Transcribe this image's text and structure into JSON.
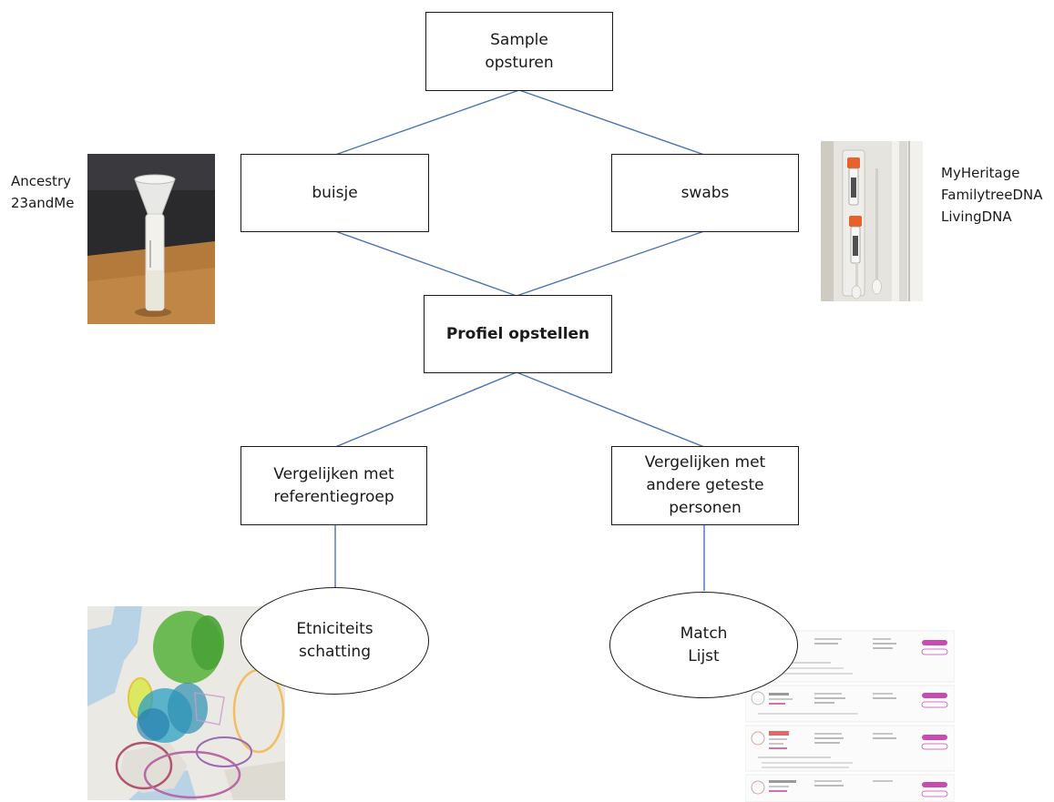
{
  "nodes": {
    "sample": "Sample\nopsturen",
    "buisje": "buisje",
    "swabs": "swabs",
    "profiel": "Profiel opstellen",
    "referentie": "Vergelijken met\nreferentiegroep",
    "andere": "Vergelijken met\nandere geteste\npersonen",
    "etniciteit": "Etniciteits\nschatting",
    "match": "Match\nLijst"
  },
  "labels": {
    "left_companies": "Ancestry\n23andMe",
    "right_companies": "MyHeritage\nFamilytreeDNA\nLivingDNA"
  },
  "colors": {
    "connector": "#4a72b8",
    "border": "#1a1a1a"
  }
}
